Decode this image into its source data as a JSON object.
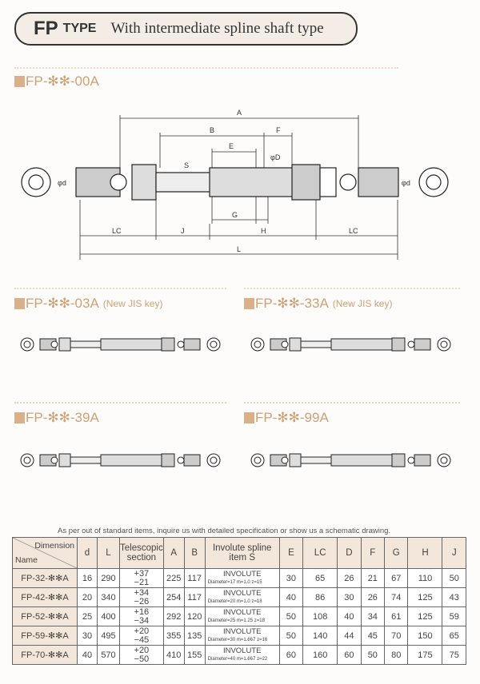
{
  "banner": {
    "fp": "FP",
    "type": "TYPE",
    "subtitle": "With intermediate spline shaft type"
  },
  "sections": [
    {
      "label": "FP-✻✻-00A",
      "note": ""
    },
    {
      "label": "FP-✻✻-03A",
      "note": "(New JIS key)"
    },
    {
      "label": "FP-✻✻-33A",
      "note": "(New JIS key)"
    },
    {
      "label": "FP-✻✻-39A",
      "note": ""
    },
    {
      "label": "FP-✻✻-99A",
      "note": ""
    }
  ],
  "diagram_labels": {
    "A": "A",
    "B": "B",
    "F": "F",
    "E": "E",
    "phiD": "φD",
    "S": "S",
    "phid_left": "φd",
    "phid_right": "φd",
    "G": "G",
    "LC_left": "LC",
    "J": "J",
    "H": "H",
    "LC_right": "LC",
    "L": "L"
  },
  "note": "As per out of standard items, inquire us with detailed specification or show us a schematic drawing.",
  "table": {
    "header": {
      "dimension": "Dimension",
      "name": "Name",
      "cols": [
        "d",
        "L",
        "Telescopic section",
        "A",
        "B",
        "Involute spline item S",
        "E",
        "LC",
        "D",
        "F",
        "G",
        "H",
        "J"
      ]
    },
    "rows": [
      {
        "name": "FP-32-✻✻A",
        "d": "16",
        "L": "290",
        "tel_plus": "+37",
        "tel_minus": "−21",
        "A": "225",
        "B": "117",
        "inv": "INVOLUTE",
        "inv_detail": "Diameter=17  m=1.0   z=15",
        "E": "30",
        "LC": "65",
        "D": "26",
        "F": "21",
        "G": "67",
        "H": "110",
        "J": "50"
      },
      {
        "name": "FP-42-✻✻A",
        "d": "20",
        "L": "340",
        "tel_plus": "+34",
        "tel_minus": "−26",
        "A": "254",
        "B": "117",
        "inv": "INVOLUTE",
        "inv_detail": "Diameter=20  m=1.0   z=18",
        "E": "40",
        "LC": "86",
        "D": "30",
        "F": "26",
        "G": "74",
        "H": "125",
        "J": "43"
      },
      {
        "name": "FP-52-✻✻A",
        "d": "25",
        "L": "400",
        "tel_plus": "+16",
        "tel_minus": "−34",
        "A": "292",
        "B": "120",
        "inv": "INVOLUTE",
        "inv_detail": "Diameter=25  m=1.25  z=18",
        "E": "50",
        "LC": "108",
        "D": "40",
        "F": "34",
        "G": "61",
        "H": "125",
        "J": "59"
      },
      {
        "name": "FP-59-✻✻A",
        "d": "30",
        "L": "495",
        "tel_plus": "+20",
        "tel_minus": "−45",
        "A": "355",
        "B": "135",
        "inv": "INVOLUTE",
        "inv_detail": "Diameter=30  m=1.667  z=16",
        "E": "50",
        "LC": "140",
        "D": "44",
        "F": "45",
        "G": "70",
        "H": "150",
        "J": "65"
      },
      {
        "name": "FP-70-✻✻A",
        "d": "40",
        "L": "570",
        "tel_plus": "+20",
        "tel_minus": "−50",
        "A": "410",
        "B": "155",
        "inv": "INVOLUTE",
        "inv_detail": "Diameter=40  m=1.667  z=22",
        "E": "60",
        "LC": "160",
        "D": "60",
        "F": "50",
        "G": "80",
        "H": "175",
        "J": "75"
      }
    ]
  }
}
